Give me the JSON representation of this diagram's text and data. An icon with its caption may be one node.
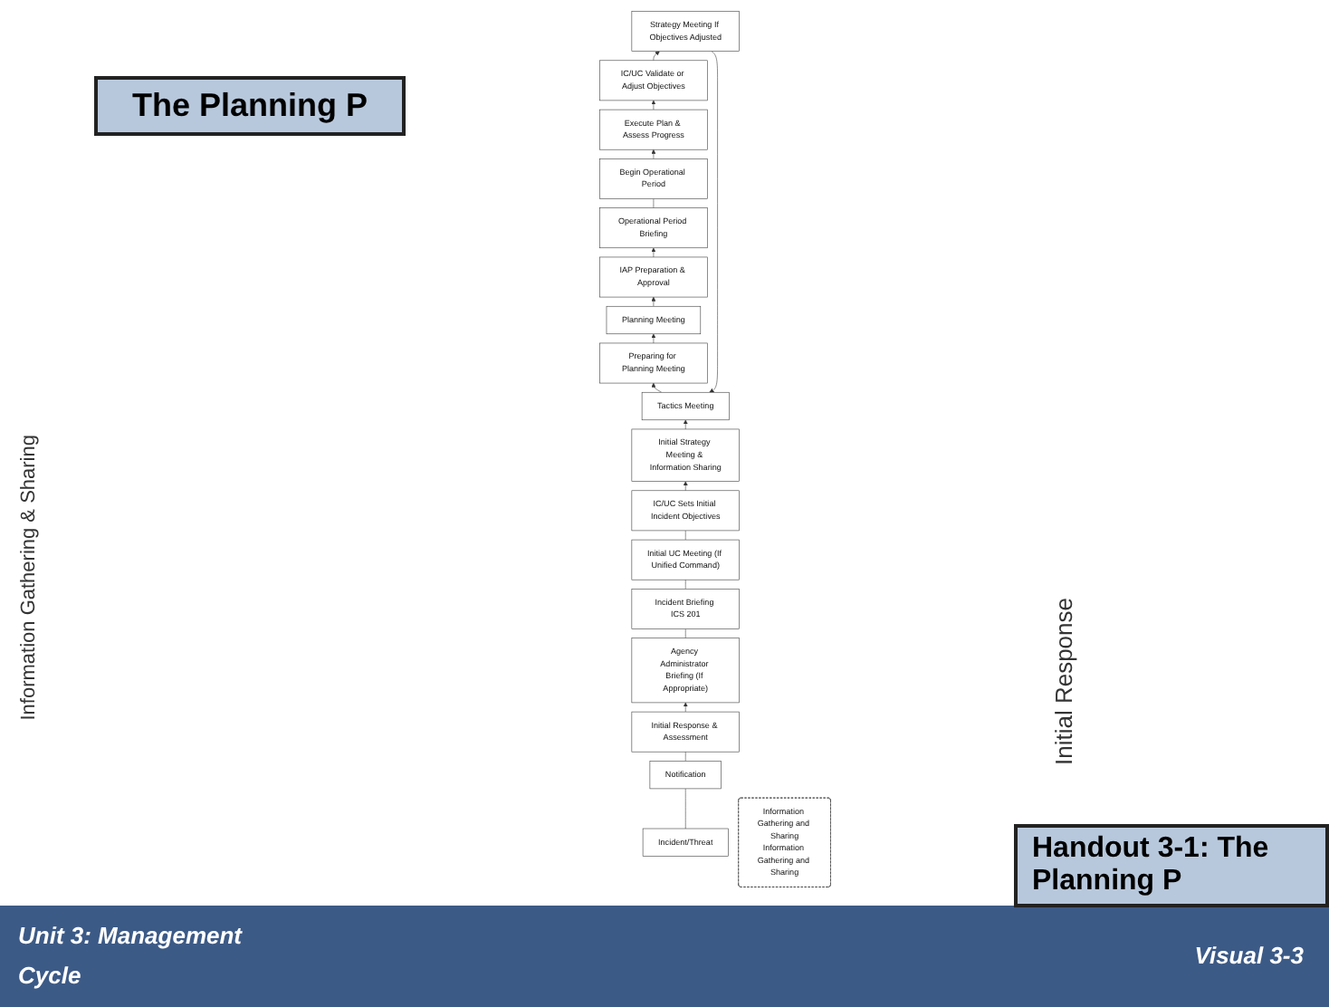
{
  "diagram": {
    "title": "The Planning P",
    "nodes": [
      {
        "text": [
          "Incident/Threat"
        ]
      },
      {
        "text": [
          "Notification"
        ]
      },
      {
        "text": [
          "Initial Response & Assessment"
        ]
      },
      {
        "text": [
          "Agency Administrator Briefing (If Appropriate)"
        ]
      },
      {
        "text": [
          "Incident Briefing ICS 201"
        ]
      },
      {
        "text": [
          "Initial UC Meeting (If Unified Command)"
        ]
      },
      {
        "text": [
          "IC/UC Sets Initial Incident Objectives"
        ]
      },
      {
        "text": [
          "Initial Strategy Meeting & Information Sharing"
        ]
      },
      {
        "text": [
          "Tactics Meeting"
        ]
      },
      {
        "text": [
          "Preparing for Planning Meeting"
        ]
      },
      {
        "text": [
          "Planning Meeting"
        ]
      },
      {
        "text": [
          "IAP Preparation & Approval"
        ]
      },
      {
        "text": [
          "Operational Period Briefing"
        ]
      },
      {
        "text": [
          "Begin Operational Period"
        ]
      },
      {
        "text": [
          "Execute Plan & Assess Progress"
        ]
      },
      {
        "text": [
          "IC/UC Validate or Adjust Objectives"
        ]
      },
      {
        "text": [
          "Strategy Meeting If Objectives Adjusted"
        ]
      },
      {
        "text": [
          "Information Gathering and Sharing",
          "Information Gathering and Sharing"
        ]
      }
    ],
    "edges": [
      {
        "from": 0,
        "to": 1,
        "arrow": "none"
      },
      {
        "from": 1,
        "to": 2,
        "arrow": "none"
      },
      {
        "from": 2,
        "to": 3,
        "arrow": "to"
      },
      {
        "from": 3,
        "to": 4,
        "arrow": "none"
      },
      {
        "from": 4,
        "to": 5,
        "arrow": "none"
      },
      {
        "from": 5,
        "to": 6,
        "arrow": "none"
      },
      {
        "from": 6,
        "to": 7,
        "arrow": "to"
      },
      {
        "from": 7,
        "to": 8,
        "arrow": "to"
      },
      {
        "from": 8,
        "to": 9,
        "arrow": "to"
      },
      {
        "from": 9,
        "to": 10,
        "arrow": "to"
      },
      {
        "from": 10,
        "to": 11,
        "arrow": "to"
      },
      {
        "from": 11,
        "to": 12,
        "arrow": "to"
      },
      {
        "from": 12,
        "to": 13,
        "arrow": "none"
      },
      {
        "from": 13,
        "to": 14,
        "arrow": "to"
      },
      {
        "from": 14,
        "to": 15,
        "arrow": "to"
      },
      {
        "from": 15,
        "to": 16,
        "arrow": "to"
      },
      {
        "from": 16,
        "to": 8,
        "arrow": "to"
      }
    ],
    "labels": [
      "Information Gathering & Sharing",
      "Initial Response",
      "Handout 3-1: The Planning P",
      "Unit 3: Management Cycle",
      "Visual 3-3"
    ]
  }
}
